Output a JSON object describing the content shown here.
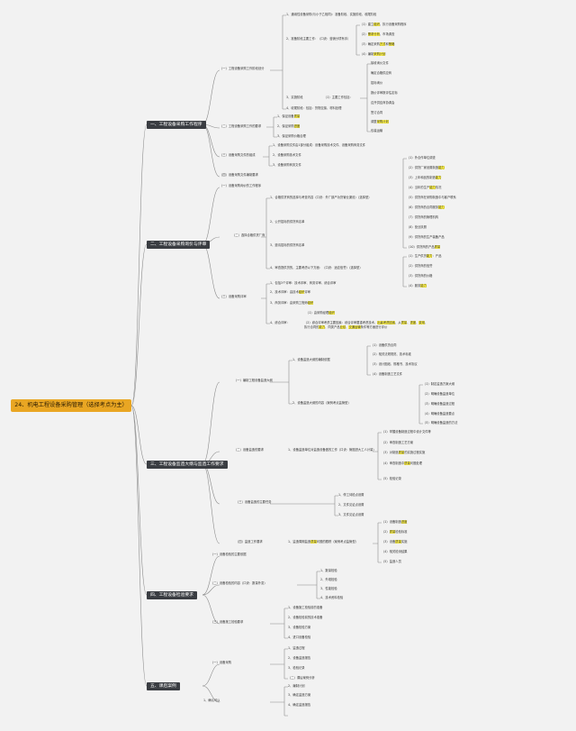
{
  "root": "24、机电工程设备采购管理（选择考点为主）",
  "sections": [
    "一、工程设备采购工作程序",
    "二、工程设备采购询价与评审",
    "三、工程设备监造大纲与监造工作要求",
    "四、工程设备检验要求",
    "五、课后案例"
  ],
  "texts": [
    "1、通用性设备采购(与小于乙相同)：准备阶段、实施阶段、收尾阶段",
    "（一）工程设备采购工作阶段划分",
    "2、准备阶段主要工作：（口诀：营销分项有手）",
    "（1）建立组织，执行设备采购程序",
    "（2）需求分析，市场调查",
    "（3）确定采购方式和策略",
    "（4）编制采购计划",
    "3、实施阶段",
    "（1）主要工作包括：",
    "接收询价文件",
    "确定合格供应商",
    "招标询价",
    "报价评审报评估定标",
    "召开供应商协调会",
    "签订合同",
    "调整采购计划",
    "包装运输",
    "4、收尾阶段：包括：货物交接、材料处理",
    "（二）工程设备采购工作的要求",
    "1、保证设备质量",
    "2、保证采购进度",
    "3、保证采购价格合理",
    "（三）设备采购文件的组成",
    "1、设备采购文件由1部分组成：设备采购技术文件、设备采购商务文件",
    "2、设备采购技术文件",
    "3、设备采购商务文件",
    "（四）设备采购文件编制要求",
    "（一）设备采购询价的工作程序",
    "（二）选择合格供货厂商",
    "1、合格供货商的选择与考查内容（口诀：外厂部产功货管业渠设）（选择型）",
    "（1）外合作单位调查",
    "（2）供货厂家设置制造能力",
    "（3）上年和品的制造能力",
    "（4）当年的生产能力情况",
    "（5）供货商在采购制造中与客户联系",
    "（6）供货商的合同服务能力",
    "（7）供货商的管理机构",
    "（8）营业执照",
    "（9）供货商的生产装备产品",
    "（10）供货商的产品质量",
    "2、公开招标的供货商名单",
    "3、邀请招标的供货商名单",
    "4、审查提供货的，主要考虑以下方面：（口诀：适应信誉）（选择型）",
    "（1）生产供货能力：产品",
    "（2）供货商的信誉",
    "（3）供货商的价格",
    "（4）服务能力",
    "（三）设备采购评审",
    "1、包括3个评审：技术评审、商务评审、综合评审",
    "2、技术评审：由技术组织评审",
    "3、商务评审：由采购工程师组织",
    "4、综合评审：",
    "（1）由采购经理组织",
    "（2）综合评审考虑主要因素：综合评审要重考虑技术、出最考虑因素，从质量、进度、费用、执行合同的能力、同类产品业绩、交通运输条件等方面进行评价",
    "（一）编制工程设备监造大纲",
    "1、设备监造大纲的编制依据",
    "（1）设备供货合同",
    "（2）相关法规规范、技术标准",
    "（3）设计图纸、规格书、技术协议",
    "（4）设备制造工艺文件",
    "2、设备监造大纲的内容（案例考点监管型）",
    "（1）制定监造方案大纲",
    "（2）明确设备监造单位",
    "（3）明确设备监造过程",
    "（4）明确设备监造要点",
    "（5）明确设备监造的方法",
    "（二）设备监造的要求",
    "1、设备监造单位对监造设备做的工作（口诀：管图进大工人计量）",
    "（1）掌握设备制造过程中设计文件等",
    "（2）审查制造工艺方案",
    "（3）对制造质量的实施过程实施",
    "（4）审查制造中质量问题处理",
    "（5）检验记录",
    "（三）设备监造的主要任务",
    "1、停工待检点设置",
    "2、文件见证点设置",
    "3、文件见证点设置",
    "（四）监造工作要求",
    "1、监造周期监造质量问题的跟踪（案例考点监管型）",
    "（1）设备制造进度",
    "（2）质量检验标准",
    "（3）设备质量实施",
    "（4）相关检测结果",
    "（5）监造人员",
    "（一）设备检验的主要依据",
    "（二）设备检验的内容（口诀：数量外变）",
    "1、数量检验",
    "2、外观检验",
    "3、性能检验",
    "4、技术资料检验",
    "（三）设备施工检验要求",
    "1、设备施工检验前的准备",
    "2、设备检验前的技术准备",
    "3、设备检验方案",
    "4、进口设备检验",
    "（一）设备采购",
    "1、监造过程",
    "2、设备监造报告",
    "3、检验记录",
    "（二）课后案例分析",
    "1、确认可以",
    "2、编制计划",
    "3、确定监造方案",
    "4、确定监造报告"
  ],
  "highlights": [
    "组织",
    "需求分析",
    "方式",
    "策略",
    "采购计划",
    "出最考虑因素",
    "质量",
    "进度",
    "费用",
    "能力",
    "业绩",
    "交通运输",
    "执行合同的能力",
    "同类产品业绩",
    "交通运输条件"
  ],
  "colors": {
    "root": "#e9a623",
    "section": "#3a3d42",
    "highlight": "#fff34a",
    "line": "#8c8c8c"
  }
}
